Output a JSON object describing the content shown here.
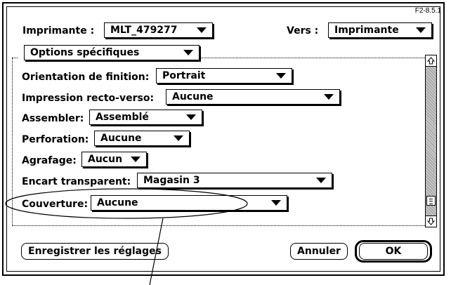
{
  "ref_code": "F2-8.5.1",
  "header": {
    "printer_label": "Imprimante :",
    "printer_value": "MLT_479277",
    "dest_label": "Vers :",
    "dest_value": "Imprimante"
  },
  "panel": {
    "selector_value": "Options spécifiques"
  },
  "options": [
    {
      "label": "Orientation de finition:",
      "value": "Portrait"
    },
    {
      "label": "Impression recto-verso:",
      "value": "Aucune"
    },
    {
      "label": "Assembler:",
      "value": "Assemblé"
    },
    {
      "label": "Perforation:",
      "value": "Aucune"
    },
    {
      "label": "Agrafage:",
      "value": "Aucun"
    },
    {
      "label": "Encart transparent:",
      "value": "Magasin 3"
    },
    {
      "label": "Couverture:",
      "value": "Aucune"
    }
  ],
  "buttons": {
    "save": "Enregistrer les réglages",
    "cancel": "Annuler",
    "ok": "OK"
  }
}
